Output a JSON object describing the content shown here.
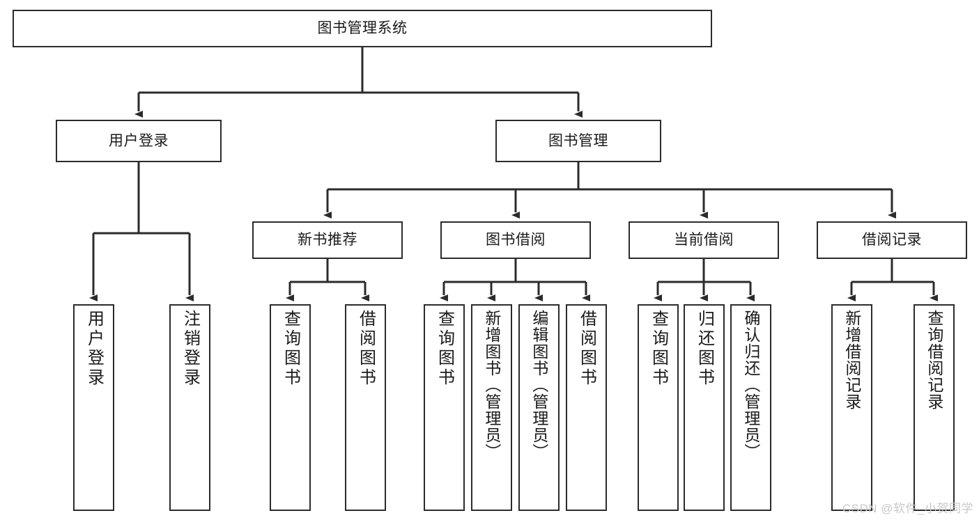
{
  "diagram": {
    "type": "tree-hierarchy",
    "title": "图书管理系统",
    "watermark": "CSDN @软件_小贺同学",
    "colors": {
      "box_border": "#2b2b2b",
      "box_fill": "#ffffff",
      "connector": "#2b2b2b",
      "text": "#1a1a1a",
      "watermark": "#c9c9c9"
    },
    "root": {
      "label": "图书管理系统"
    },
    "level2": [
      {
        "label": "用户登录"
      },
      {
        "label": "图书管理"
      }
    ],
    "level3": [
      {
        "label": "新书推荐"
      },
      {
        "label": "图书借阅"
      },
      {
        "label": "当前借阅"
      },
      {
        "label": "借阅记录"
      }
    ],
    "leaves": {
      "user_login": [
        {
          "label": "用户登录"
        },
        {
          "label": "注销登录"
        }
      ],
      "new_book": [
        {
          "label": "查询图书"
        },
        {
          "label": "借阅图书"
        }
      ],
      "book_borrow": [
        {
          "label": "查询图书"
        },
        {
          "label": "新增图书（管理员）"
        },
        {
          "label": "编辑图书（管理员）"
        },
        {
          "label": "借阅图书"
        }
      ],
      "current_borrow": [
        {
          "label": "查询图书"
        },
        {
          "label": "归还图书"
        },
        {
          "label": "确认归还（管理员）"
        }
      ],
      "borrow_record": [
        {
          "label": "新增借阅记录"
        },
        {
          "label": "查询借阅记录"
        }
      ]
    }
  }
}
